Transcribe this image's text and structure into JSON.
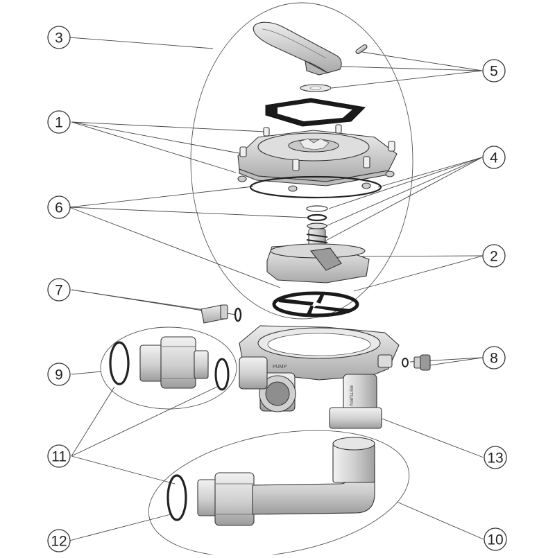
{
  "diagram": {
    "callouts": [
      {
        "id": "c1",
        "label": "1"
      },
      {
        "id": "c2",
        "label": "2"
      },
      {
        "id": "c3",
        "label": "3"
      },
      {
        "id": "c4",
        "label": "4"
      },
      {
        "id": "c5",
        "label": "5"
      },
      {
        "id": "c6",
        "label": "6"
      },
      {
        "id": "c7",
        "label": "7"
      },
      {
        "id": "c8",
        "label": "8"
      },
      {
        "id": "c9",
        "label": "9"
      },
      {
        "id": "c10",
        "label": "10"
      },
      {
        "id": "c11",
        "label": "11"
      },
      {
        "id": "c12",
        "label": "12"
      },
      {
        "id": "c13",
        "label": "13"
      }
    ],
    "body_labels": {
      "pump": "PUMP",
      "return": "RETURN"
    }
  },
  "colors": {
    "part_fill": "#d6d6d6",
    "part_dark": "#9a9a9a",
    "gasket": "#1a1a1a",
    "line": "#444444"
  }
}
